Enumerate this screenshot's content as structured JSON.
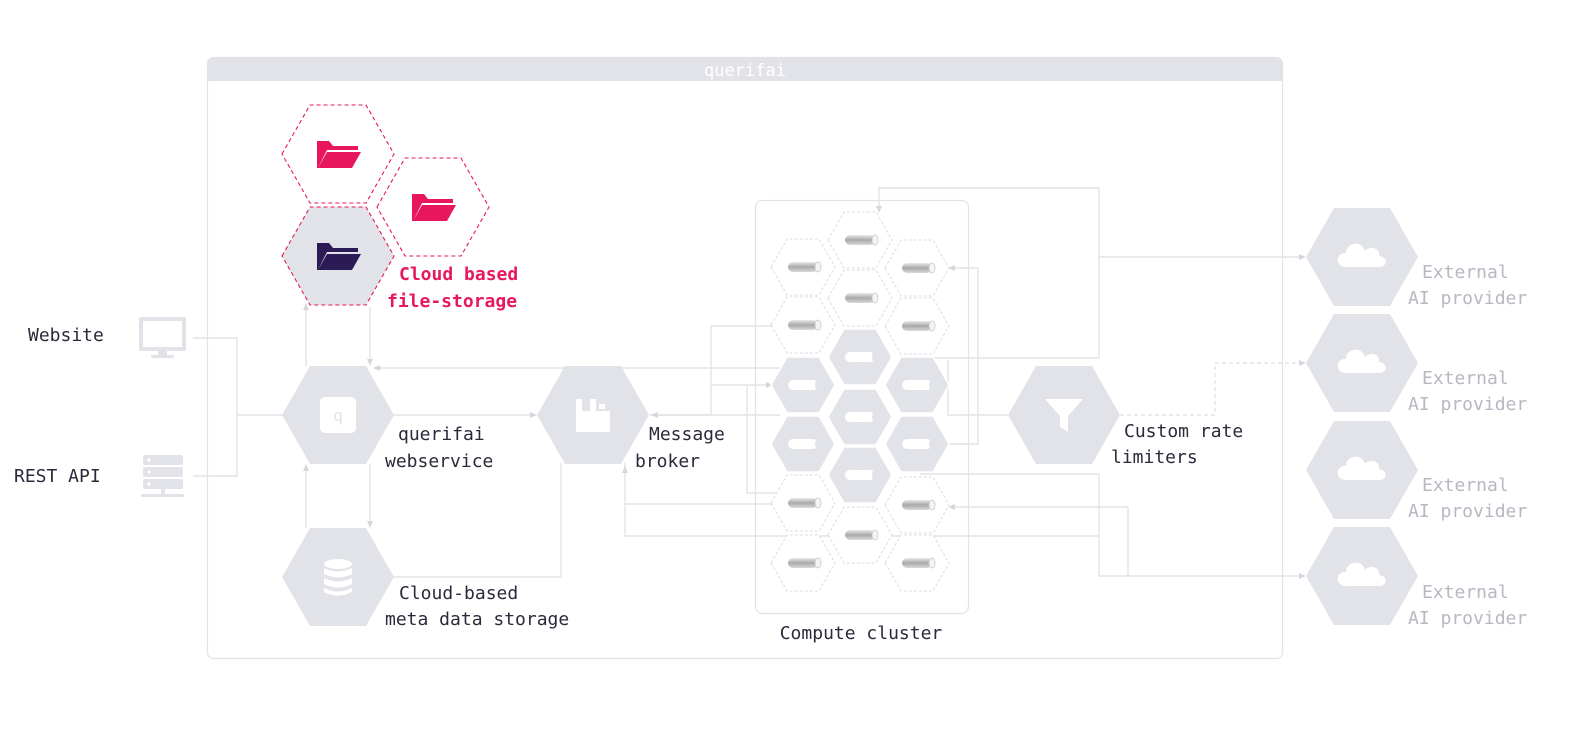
{
  "system": {
    "title": "querifai"
  },
  "clients": {
    "website": "Website",
    "rest_api": "REST API"
  },
  "storage": {
    "file_storage_line1": "Cloud based",
    "file_storage_line2": "file-storage",
    "meta_line1": "Cloud-based",
    "meta_line2": "meta data storage"
  },
  "webservice": {
    "line1": "querifai",
    "line2": "webservice",
    "badge": "q"
  },
  "broker": {
    "line1": "Message",
    "line2": "broker"
  },
  "cluster": {
    "label": "Compute cluster"
  },
  "limiter": {
    "line1": "Custom rate",
    "line2": "limiters"
  },
  "providers": [
    {
      "line1": "External",
      "line2": "AI provider"
    },
    {
      "line1": "External",
      "line2": "AI provider"
    },
    {
      "line1": "External",
      "line2": "AI provider"
    },
    {
      "line1": "External",
      "line2": "AI provider"
    }
  ],
  "colors": {
    "accent": "#e8175d",
    "navy": "#2b1a56",
    "hex_fill": "#e2e3e8",
    "label": "#2a2a3a",
    "muted": "#b6b8c2"
  }
}
